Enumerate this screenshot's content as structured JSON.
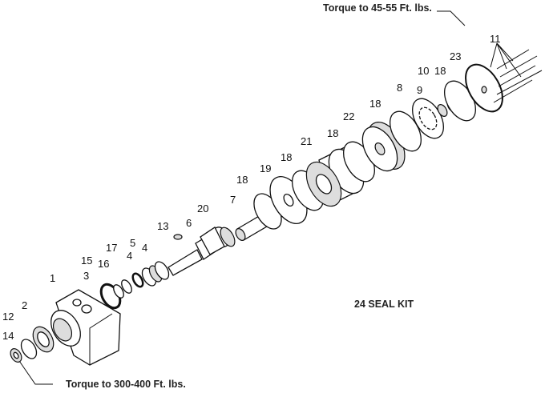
{
  "notes": {
    "top_torque": "Torque to 45-55 Ft. lbs.",
    "bottom_torque": "Torque to 300-400 Ft. lbs.",
    "seal_kit": "24 SEAL KIT"
  },
  "labels": [
    "1",
    "2",
    "12",
    "14",
    "3",
    "15",
    "16",
    "17",
    "4",
    "5",
    "4",
    "13",
    "6",
    "20",
    "7",
    "18",
    "19",
    "18",
    "21",
    "18",
    "22",
    "18",
    "8",
    "9",
    "10",
    "18",
    "23",
    "11"
  ]
}
